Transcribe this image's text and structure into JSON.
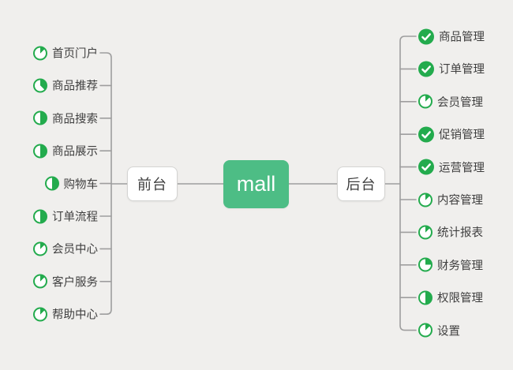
{
  "root": {
    "label": "mall"
  },
  "branches": {
    "left": {
      "label": "前台",
      "items": [
        {
          "label": "首页门户",
          "icon": "pie",
          "progress": 12.5
        },
        {
          "label": "商品推荐",
          "icon": "pie",
          "progress": 37.5
        },
        {
          "label": "商品搜索",
          "icon": "pie",
          "progress": 50
        },
        {
          "label": "商品展示",
          "icon": "pie",
          "progress": 50
        },
        {
          "label": "购物车",
          "icon": "pie",
          "progress": 50
        },
        {
          "label": "订单流程",
          "icon": "pie",
          "progress": 50
        },
        {
          "label": "会员中心",
          "icon": "pie",
          "progress": 12.5
        },
        {
          "label": "客户服务",
          "icon": "pie",
          "progress": 12.5
        },
        {
          "label": "帮助中心",
          "icon": "pie",
          "progress": 12.5
        }
      ]
    },
    "right": {
      "label": "后台",
      "items": [
        {
          "label": "商品管理",
          "icon": "check"
        },
        {
          "label": "订单管理",
          "icon": "check"
        },
        {
          "label": "会员管理",
          "icon": "pie",
          "progress": 12.5
        },
        {
          "label": "促销管理",
          "icon": "check"
        },
        {
          "label": "运营管理",
          "icon": "check"
        },
        {
          "label": "内容管理",
          "icon": "pie",
          "progress": 12.5
        },
        {
          "label": "统计报表",
          "icon": "pie",
          "progress": 12.5
        },
        {
          "label": "财务管理",
          "icon": "pie",
          "progress": 25
        },
        {
          "label": "权限管理",
          "icon": "pie",
          "progress": 50
        },
        {
          "label": "设置",
          "icon": "pie",
          "progress": 12.5
        }
      ]
    }
  },
  "colors": {
    "background": "#f0efed",
    "root_fill": "#4dbd85",
    "icon_green": "#23ab4d",
    "line": "#9e9e9e"
  }
}
